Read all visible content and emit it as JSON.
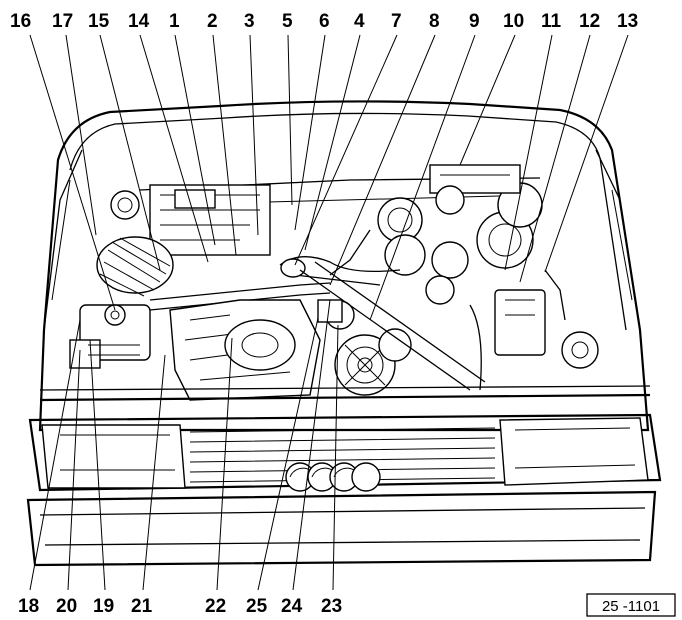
{
  "diagram": {
    "reference_code": "25 -1101",
    "top_labels": [
      "16",
      "17",
      "15",
      "14",
      "1",
      "2",
      "3",
      "5",
      "6",
      "4",
      "7",
      "8",
      "9",
      "10",
      "11",
      "12",
      "13"
    ],
    "bottom_labels": [
      "18",
      "20",
      "19",
      "21",
      "22",
      "25",
      "24",
      "23"
    ]
  }
}
